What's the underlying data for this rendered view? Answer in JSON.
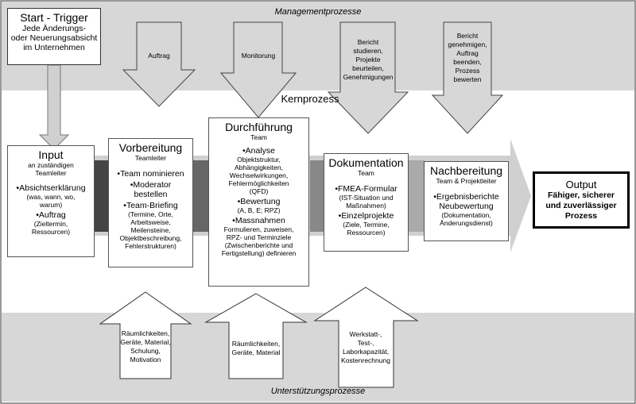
{
  "bands": {
    "top_title": "Managementprozesse",
    "core_title": "Kernprozess",
    "bottom_title": "Unterstützungsprozesse"
  },
  "start": {
    "title": "Start - Trigger",
    "text": "Jede Änderungs-\noder Neuerungsabsicht\nim Unternehmen"
  },
  "top_arrows": [
    {
      "text": "Auftrag"
    },
    {
      "text": "Monitorung"
    },
    {
      "text": "Bericht\nstudieren,\nProjekte\nbeurteilen,\nGenehmigungen"
    },
    {
      "text": "Bericht\ngenehmigen,\nAuftrag\nbeenden,\nProzess\nbewerten"
    }
  ],
  "bottom_arrows": [
    {
      "text": "Räumlichkeiten,\nGeräte, Material,\nSchulung,\nMotivation"
    },
    {
      "text": "Räumlichkeiten,\nGeräte, Material"
    },
    {
      "text": "Werkstatt-,\nTest-,\nLaborkapazität,\nKostenrechnung"
    }
  ],
  "input": {
    "title": "Input",
    "sub": "an zuständigen\nTeamleiter",
    "items": [
      {
        "label": "•Absichtserklärung",
        "detail": "(was, wann, wo,\nwarum)"
      },
      {
        "label": "•Auftrag",
        "detail": "(Zieltermin,\nRessourcen)"
      }
    ]
  },
  "vorbereitung": {
    "title": "Vorbereitung",
    "sub": "Teamleiter",
    "items": [
      {
        "label": "•Team nominieren",
        "detail": ""
      },
      {
        "label": "•Moderator\nbestellen",
        "detail": ""
      },
      {
        "label": "•Team-Briefing",
        "detail": "(Termine, Orte,\nArbeitsweise,\nMeilensteine,\nObjektbeschreibung,\nFehlerstrukturen)"
      }
    ]
  },
  "durchfuehrung": {
    "title": "Durchführung",
    "sub": "Team",
    "items": [
      {
        "label": "•Analyse",
        "detail": "Objektstruktur,\nAbhängigkeiten,\nWechselwirkungen,\nFehlermöglichkeiten\n(QFD)"
      },
      {
        "label": "•Bewertung",
        "detail": "(A, B, E; RPZ)"
      },
      {
        "label": "•Massnahmen",
        "detail": "Formulieren, zuweisen,\nRPZ- und Terminziele\n(Zwischenberichte und\nFertigstellung) definieren"
      }
    ]
  },
  "dokumentation": {
    "title": "Dokumentation",
    "sub": "Team",
    "items": [
      {
        "label": "•FMEA-Formular",
        "detail": "(IST-Situation und\nMaßnahmen)"
      },
      {
        "label": "•Einzelprojekte",
        "detail": "(Ziele, Termine,\nRessourcen)"
      }
    ]
  },
  "nachbereitung": {
    "title": "Nachbereitung",
    "sub": "Team & Projektleiter",
    "items": [
      {
        "label": "•Ergebnisberichte\nNeubewertung",
        "detail": "(Dokumentation,\nÄnderungsdienst)"
      }
    ]
  },
  "output": {
    "title": "Output",
    "text": "Fähiger, sicherer\nund zuverlässiger\nProzess"
  }
}
